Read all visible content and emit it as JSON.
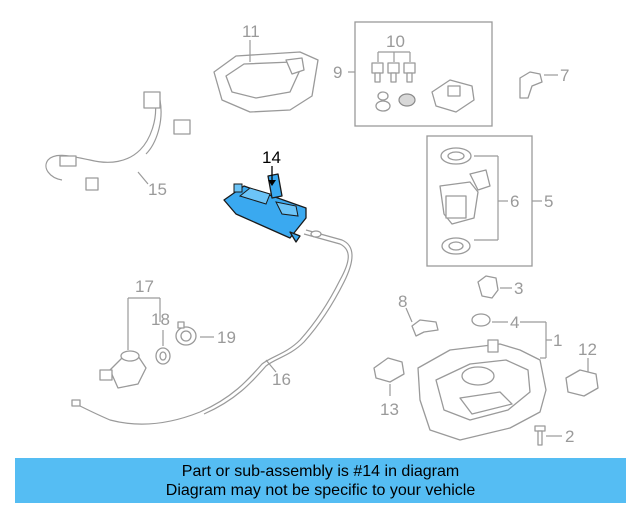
{
  "diagram": {
    "highlighted_part": "14",
    "highlight_color": "#3aa9f0",
    "callouts": {
      "c1": "1",
      "c2": "2",
      "c3": "3",
      "c4": "4",
      "c5": "5",
      "c6": "6",
      "c7": "7",
      "c8": "8",
      "c9": "9",
      "c10": "10",
      "c11": "11",
      "c12": "12",
      "c13": "13",
      "c14": "14",
      "c15": "15",
      "c16": "16",
      "c17": "17",
      "c18": "18",
      "c19": "19"
    }
  },
  "banner": {
    "line1": "Part or sub-assembly is #14 in diagram",
    "line2": "Diagram may not be specific to your vehicle",
    "color": "#55bdf3"
  }
}
